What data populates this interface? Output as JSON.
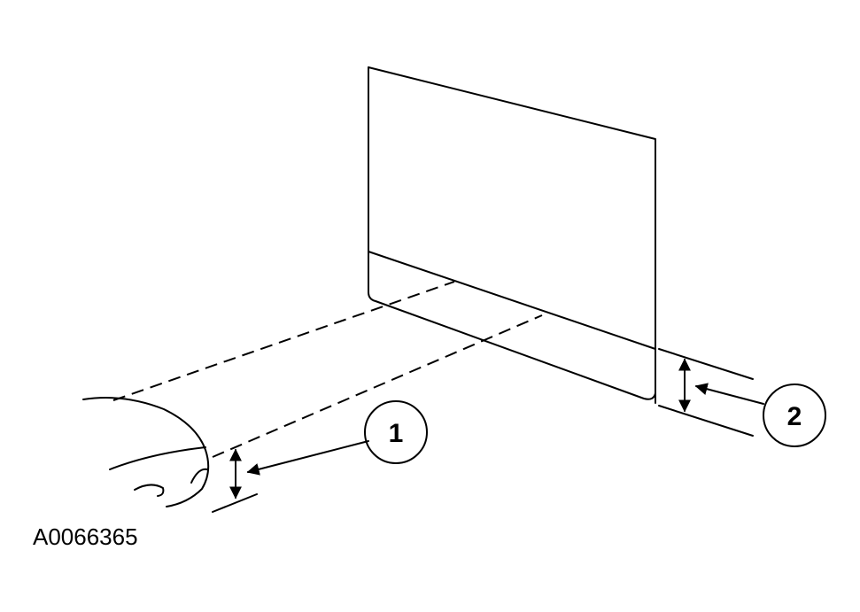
{
  "figure": {
    "id_label": "A0066365",
    "callouts": [
      {
        "label": "1"
      },
      {
        "label": "2"
      }
    ]
  },
  "colors": {
    "ink": "#000000",
    "background": "#ffffff"
  }
}
